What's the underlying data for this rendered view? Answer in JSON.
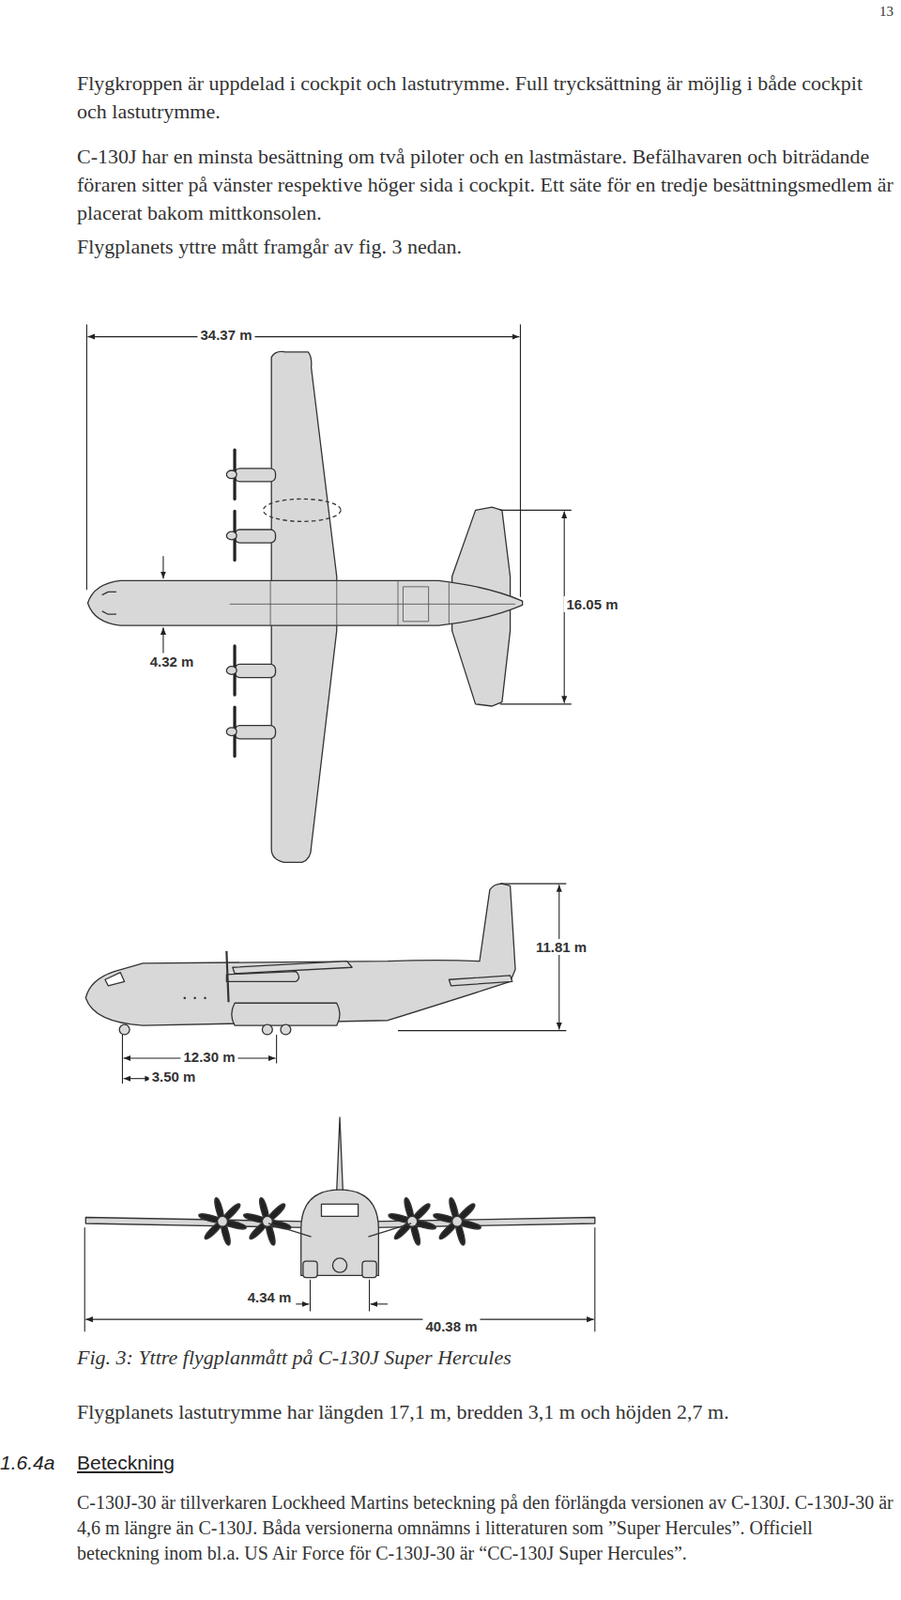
{
  "diagram": {
    "caption": "Fig. 3: Yttre flygplanmått på C-130J Super Hercules",
    "labels": [
      "13",
      "Flygkroppen är uppdelad i cockpit och lastutrymme. Full trycksättning är möjlig i både cockpit och lastutrymme.",
      "C-130J har en minsta besättning om två piloter och en lastmästare. Befälhavaren och biträdande föraren sitter på vänster respektive höger sida i cockpit. Ett säte för en tredje besättningsmedlem är placerat bakom mittkonsolen.",
      "Flygplanets yttre mått framgår av fig. 3 nedan.",
      "34.37 m",
      "4.32 m",
      "16.05 m",
      "11.81 m",
      "12.30 m",
      "3.50 m",
      "4.34 m",
      "40.38 m",
      "Flygplanets lastutrymme har längden 17,1 m, bredden 3,1 m och höjden 2,7 m.",
      "1.6.4a",
      "Beteckning",
      "C-130J-30 är tillverkaren Lockheed Martins beteckning på den förlängda versionen av C-130J. C-130J-30 är 4,6 m längre än C-130J. Båda versionerna omnämns i litteraturen som ”Super Hercules”. Officiell beteckning inom bl.a. US Air Force för C-130J-30 är “CC-130J Super Hercules”."
    ]
  }
}
